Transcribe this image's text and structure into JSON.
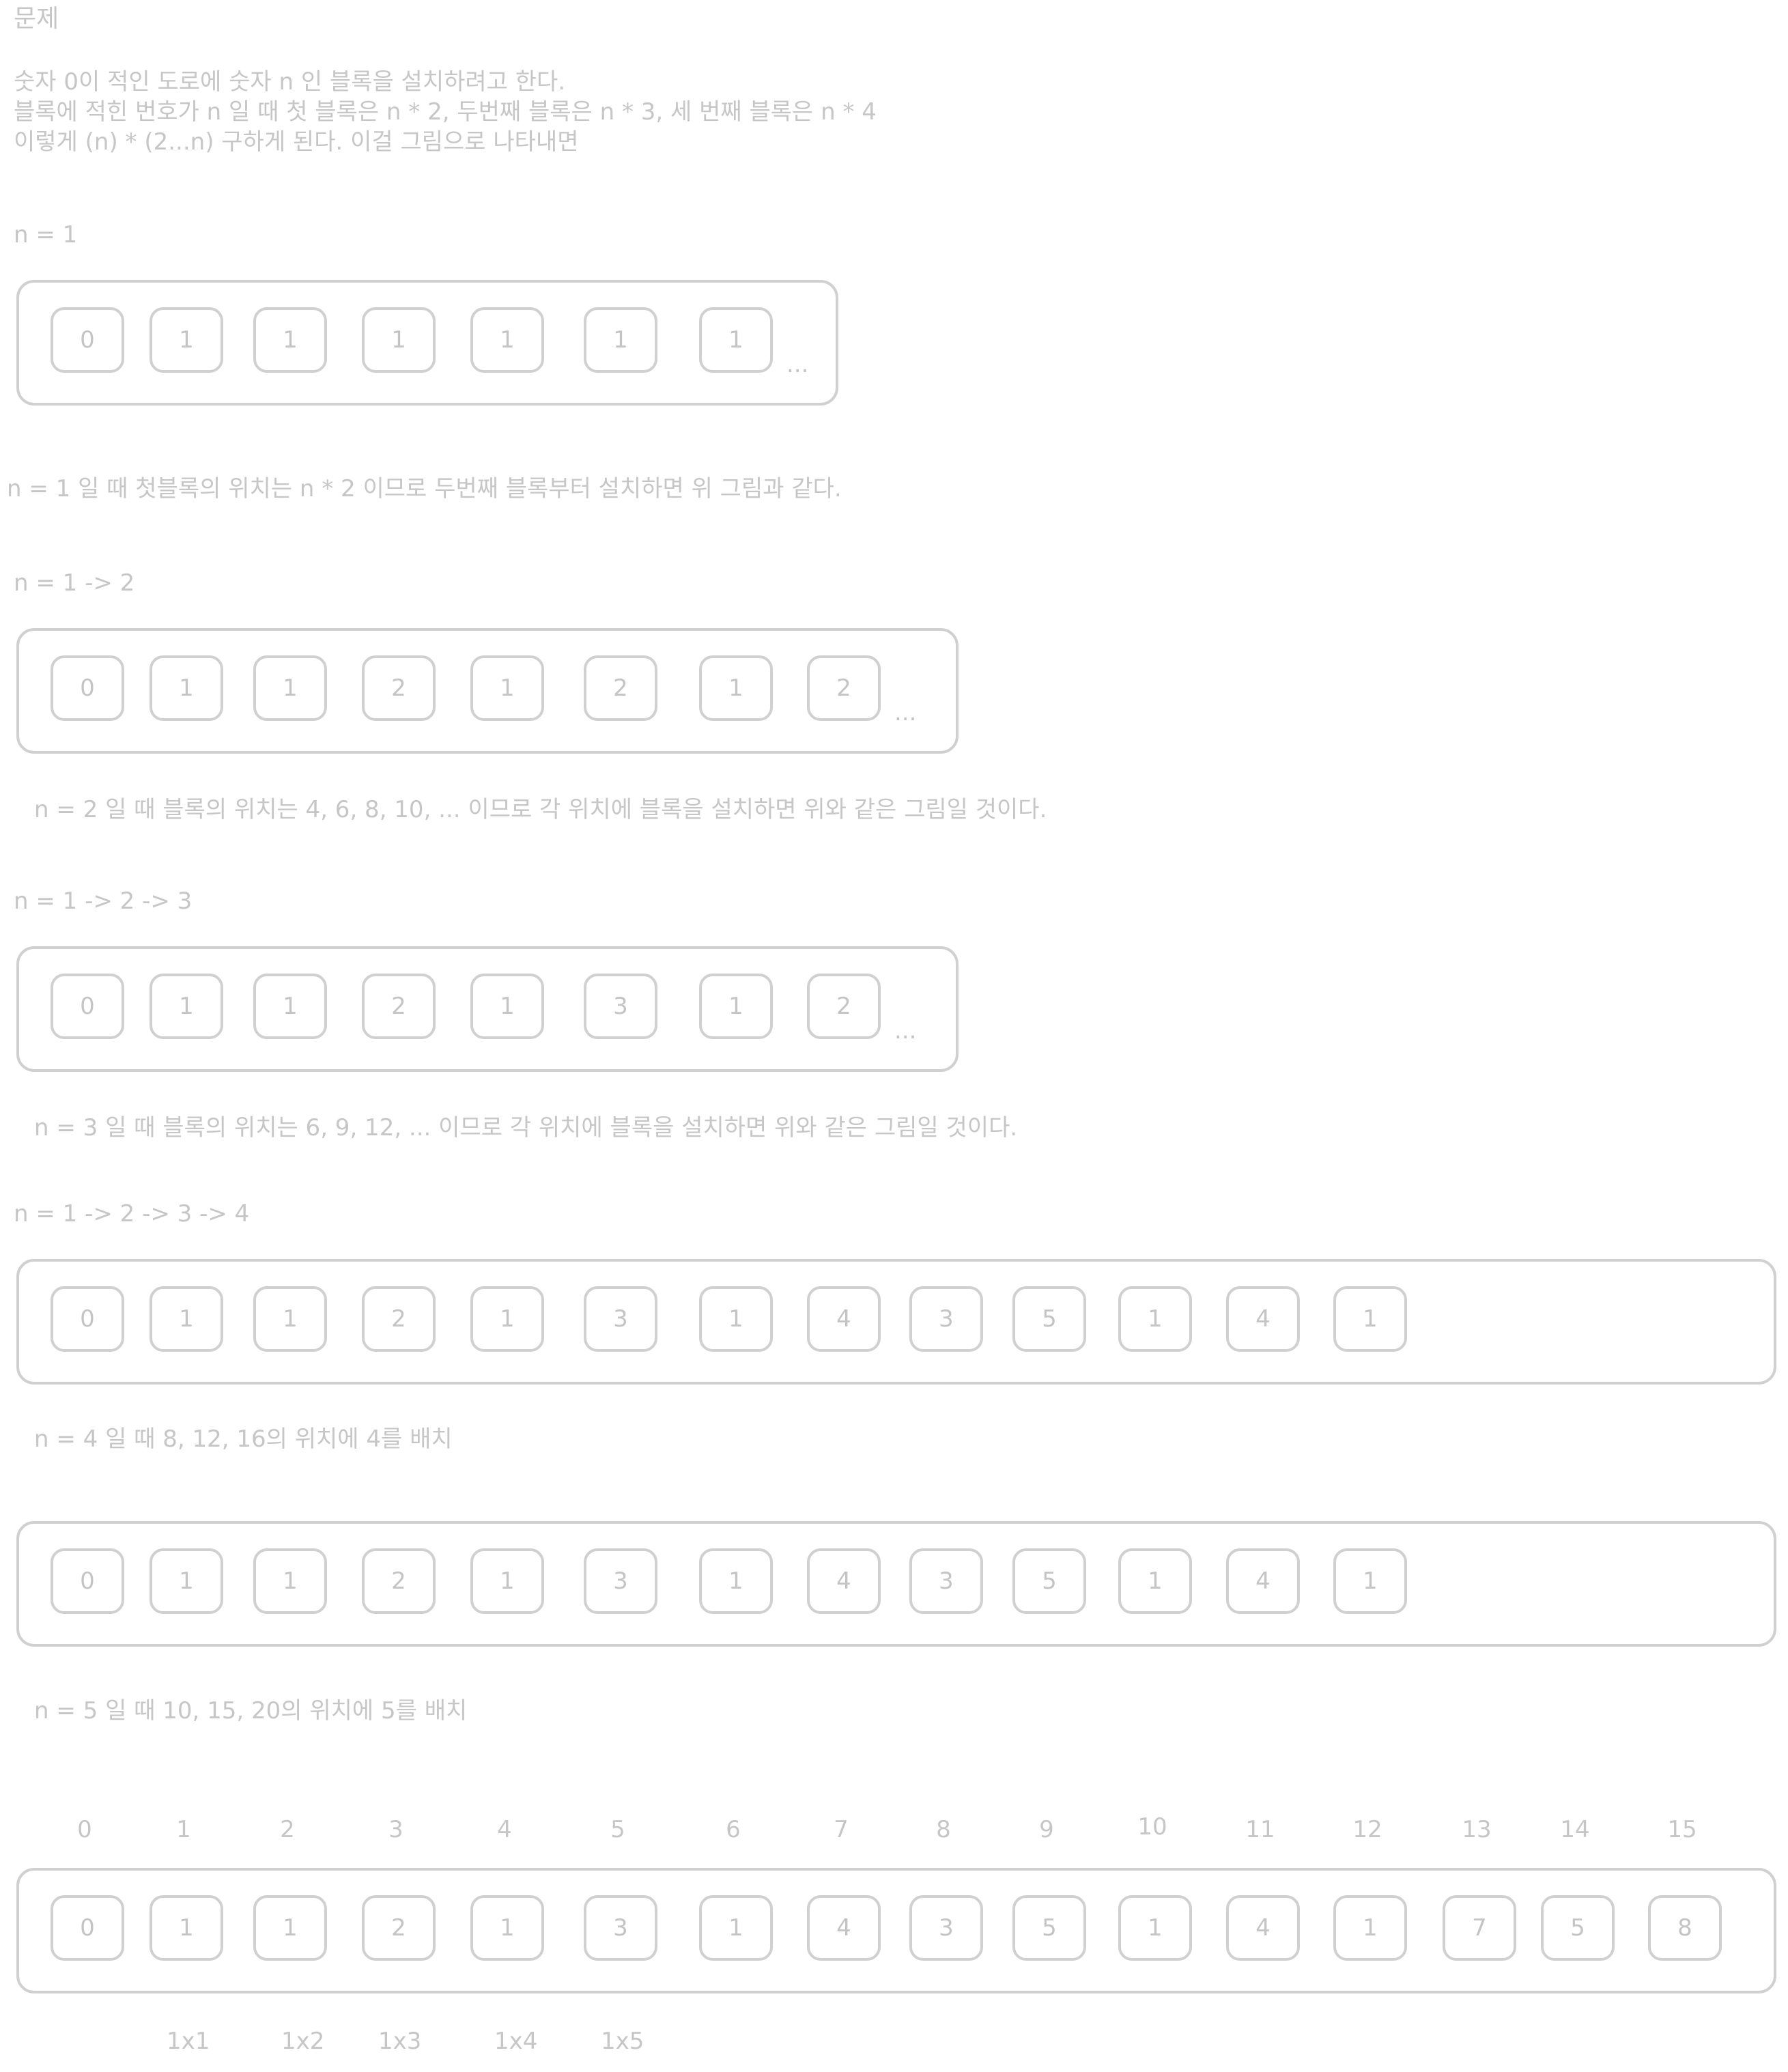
{
  "header": {
    "title": "문제",
    "intro": [
      "숫자 0이 적인 도로에 숫자 n 인 블록을 설치하려고 한다.",
      "블록에 적힌 번호가 n 일 때 첫 블록은 n * 2, 두번째 블록은 n * 3, 세 번째 블록은 n * 4",
      "이렇게 (n) * (2...n) 구하게 된다. 이걸 그림으로 나타내면"
    ]
  },
  "sections": [
    {
      "label": "n = 1",
      "cells": [
        "0",
        "1",
        "1",
        "1",
        "1",
        "1",
        "1"
      ],
      "dots": "...",
      "caption": "n = 1 일 때 첫블록의 위치는 n * 2 이므로 두번째 블록부터 설치하면 위 그림과 같다."
    },
    {
      "label": "n = 1 -> 2",
      "cells": [
        "0",
        "1",
        "1",
        "2",
        "1",
        "2",
        "1",
        "2"
      ],
      "dots": "...",
      "caption": "n = 2 일 때 블록의 위치는 4, 6, 8, 10, ... 이므로 각 위치에 블록을 설치하면 위와 같은 그림일 것이다."
    },
    {
      "label": "n = 1 -> 2 -> 3",
      "cells": [
        "0",
        "1",
        "1",
        "2",
        "1",
        "3",
        "1",
        "2"
      ],
      "dots": "...",
      "caption": "n = 3 일 때 블록의 위치는 6, 9, 12, ... 이므로 각 위치에 블록을 설치하면 위와 같은 그림일 것이다."
    },
    {
      "label": "n = 1 -> 2 -> 3 -> 4",
      "cells": [
        "0",
        "1",
        "1",
        "2",
        "1",
        "3",
        "1",
        "4",
        "3",
        "5",
        "1",
        "4",
        "1"
      ],
      "dots": "",
      "caption": "n = 4 일 때 8, 12, 16의 위치에 4를 배치"
    },
    {
      "label": "",
      "cells": [
        "0",
        "1",
        "1",
        "2",
        "1",
        "3",
        "1",
        "4",
        "3",
        "5",
        "1",
        "4",
        "1"
      ],
      "dots": "",
      "caption": "n = 5 일 때 10, 15, 20의 위치에 5를 배치"
    }
  ],
  "final": {
    "indices": [
      "0",
      "1",
      "2",
      "3",
      "4",
      "5",
      "6",
      "7",
      "8",
      "9",
      "10",
      "11",
      "12",
      "13",
      "14",
      "15"
    ],
    "cells": [
      "0",
      "1",
      "1",
      "2",
      "1",
      "3",
      "1",
      "4",
      "3",
      "5",
      "1",
      "4",
      "1",
      "7",
      "5",
      "8"
    ],
    "multipliers": [
      "1x1",
      "1x2",
      "1x3",
      "1x4",
      "1x5"
    ]
  }
}
